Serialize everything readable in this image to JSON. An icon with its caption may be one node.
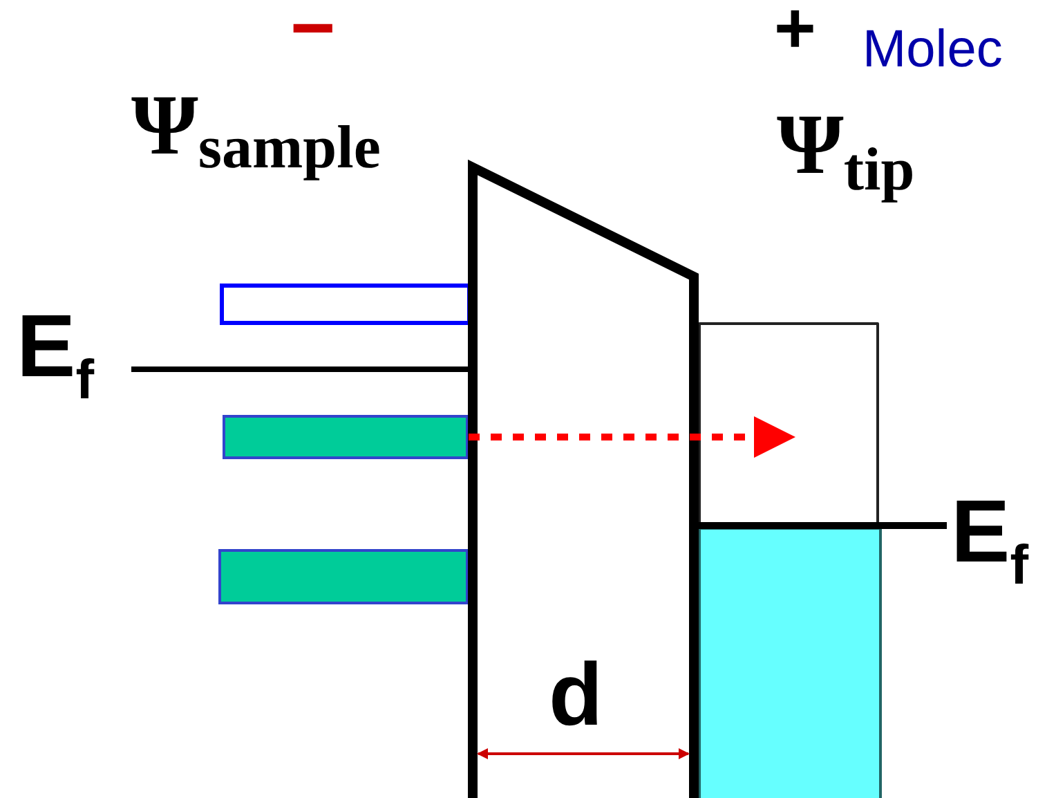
{
  "diagram": {
    "nodes": [
      {
        "text": [],
        "shape": "bar"
      },
      {
        "text": [],
        "shape": "bar"
      },
      {
        "text": [],
        "shape": "bar"
      },
      {
        "text": [],
        "shape": "box"
      },
      {
        "text": [],
        "shape": "box"
      }
    ],
    "edges": [
      {
        "from": 1,
        "to": 3,
        "arrow": "to",
        "style": "dashed",
        "color": "#ff0000"
      }
    ],
    "labels": [
      "−",
      "Ψ$_{sample}$",
      "+",
      "Molec",
      "Ψ$_{tip}$",
      "E$_{f}$",
      "E$_{f}$",
      "d"
    ]
  }
}
